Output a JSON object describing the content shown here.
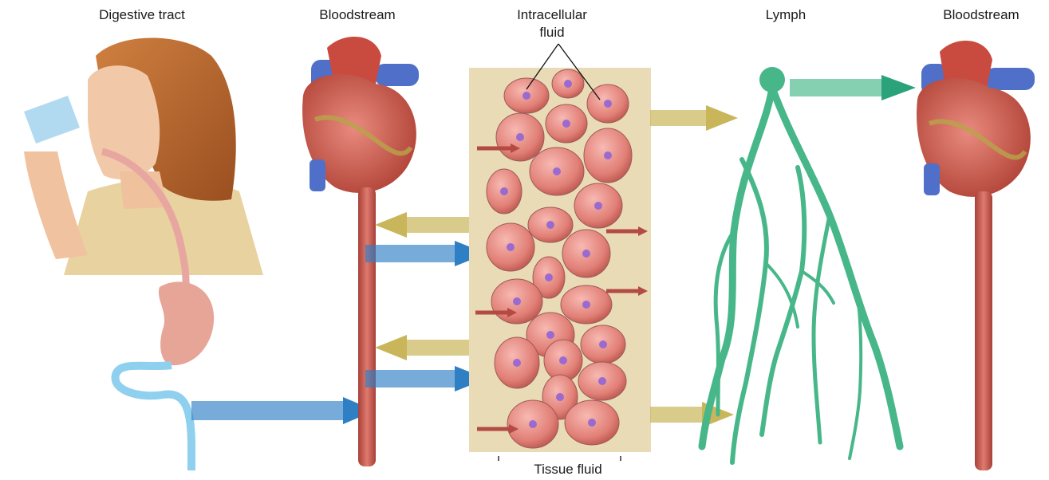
{
  "labels": {
    "digestive_tract": "Digestive tract",
    "bloodstream_left": "Bloodstream",
    "intracellular_line1": "Intracellular",
    "intracellular_line2": "fluid",
    "lymph": "Lymph",
    "bloodstream_right": "Bloodstream",
    "tissue_fluid": "Tissue fluid"
  },
  "colors": {
    "blood_vessel": "#c65a50",
    "heart_red": "#d0564a",
    "heart_blue": "#4f6fc8",
    "cell_fill": "#e88f87",
    "nucleus": "#9a6ad0",
    "tissue_bg": "#efe2a8",
    "lymph": "#47b78a",
    "arrow_blue": "#2f7fc5",
    "arrow_tan": "#c9b65a",
    "arrow_red": "#b44a44",
    "skin": "#f2c9a8",
    "hair": "#b5662e"
  },
  "icons": [
    "heart-icon",
    "person-drinking-icon",
    "lymph-vessel-icon"
  ]
}
